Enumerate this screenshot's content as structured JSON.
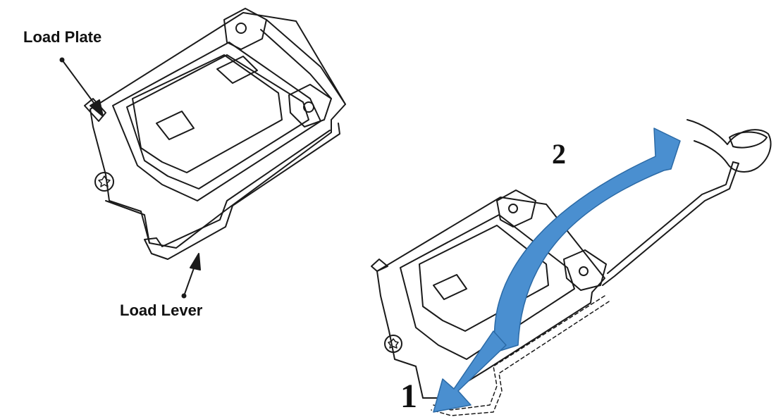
{
  "labels": {
    "load_plate": "Load Plate",
    "load_lever": "Load Lever"
  },
  "steps": {
    "step_1": "1",
    "step_2": "2"
  },
  "colors": {
    "line": "#1a1a1a",
    "arrow_fill": "#4a8fd0",
    "arrow_stroke": "#2b6aa6",
    "background": "#ffffff"
  }
}
